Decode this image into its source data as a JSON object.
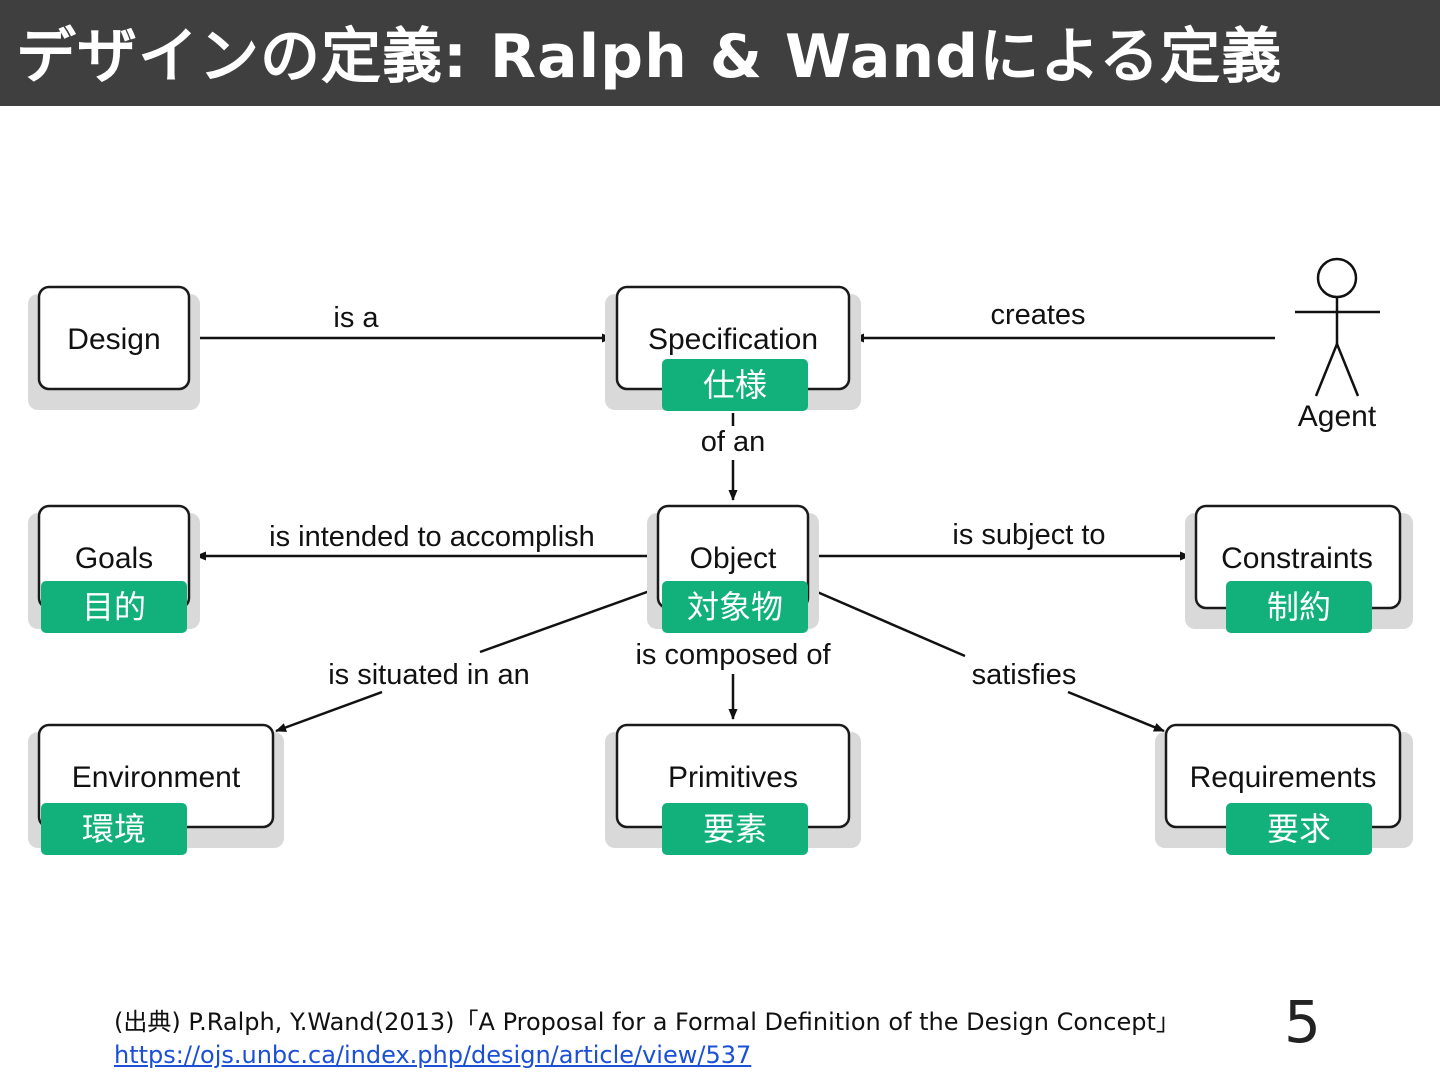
{
  "slide": {
    "title": "デザインの定義: Ralph & Wandによる定義",
    "page_number": "5"
  },
  "diagram": {
    "nodes": {
      "design": {
        "label": "Design"
      },
      "specification": {
        "label": "Specification",
        "tag": "仕様"
      },
      "goals": {
        "label": "Goals",
        "tag": "目的"
      },
      "object": {
        "label": "Object",
        "tag": "対象物"
      },
      "constraints": {
        "label": "Constraints",
        "tag": "制約"
      },
      "environment": {
        "label": "Environment",
        "tag": "環境"
      },
      "primitives": {
        "label": "Primitives",
        "tag": "要素"
      },
      "requirements": {
        "label": "Requirements",
        "tag": "要求"
      },
      "agent": {
        "label": "Agent"
      }
    },
    "edges": {
      "is_a": "is a",
      "creates": "creates",
      "of_an": "of an",
      "intended": "is intended to accomplish",
      "subject": "is subject to",
      "situated": "is situated in an",
      "composed": "is composed of",
      "satisfies": "satisfies"
    }
  },
  "footer": {
    "citation": "(出典) P.Ralph, Y.Wand(2013)「A Proposal for a Formal Definition of the Design Concept」",
    "link_text": "https://ojs.unbc.ca/index.php/design/article/view/537"
  }
}
